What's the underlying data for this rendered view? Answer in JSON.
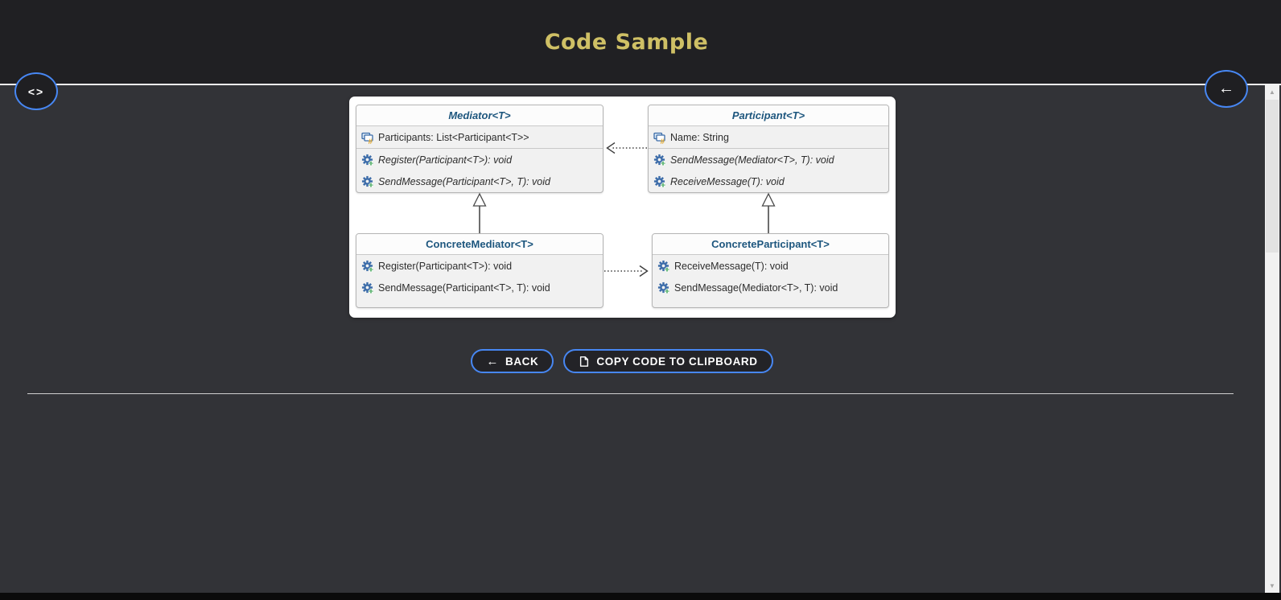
{
  "page": {
    "title": "Code Sample"
  },
  "colors": {
    "accent_blue": "#4787f3",
    "gold_title": "#cfc065",
    "header_bg": "#202023",
    "content_bg": "#323337",
    "class_title_blue": "#1d567e",
    "card_bg": "#ffffff"
  },
  "icons": {
    "toggle_code": "<>",
    "back_arrow": "←",
    "scroll_up": "▲",
    "scroll_down": "▼"
  },
  "actions": {
    "back_label": "BACK",
    "copy_label": "COPY CODE TO CLIPBOARD"
  },
  "diagram": {
    "pattern": "Mediator",
    "classes": [
      {
        "name": "Mediator<T>",
        "abstract": true,
        "fields": [
          {
            "icon": "field-protected-icon",
            "text": "Participants: List<Participant<T>>"
          }
        ],
        "methods": [
          {
            "icon": "method-public-icon",
            "text": "Register(Participant<T>): void"
          },
          {
            "icon": "method-public-icon",
            "text": "SendMessage(Participant<T>, T): void"
          }
        ]
      },
      {
        "name": "Participant<T>",
        "abstract": true,
        "fields": [
          {
            "icon": "field-protected-icon",
            "text": "Name: String"
          }
        ],
        "methods": [
          {
            "icon": "method-public-icon",
            "text": "SendMessage(Mediator<T>, T): void"
          },
          {
            "icon": "method-public-icon",
            "text": "ReceiveMessage(T): void"
          }
        ]
      },
      {
        "name": "ConcreteMediator<T>",
        "abstract": false,
        "fields": [],
        "methods": [
          {
            "icon": "method-public-icon",
            "text": "Register(Participant<T>): void"
          },
          {
            "icon": "method-public-icon",
            "text": "SendMessage(Participant<T>, T): void"
          }
        ]
      },
      {
        "name": "ConcreteParticipant<T>",
        "abstract": false,
        "fields": [],
        "methods": [
          {
            "icon": "method-public-icon",
            "text": "ReceiveMessage(T): void"
          },
          {
            "icon": "method-public-icon",
            "text": "SendMessage(Mediator<T>, T): void"
          }
        ]
      }
    ],
    "relations": [
      {
        "type": "inheritance",
        "from": "ConcreteMediator<T>",
        "to": "Mediator<T>"
      },
      {
        "type": "inheritance",
        "from": "ConcreteParticipant<T>",
        "to": "Participant<T>"
      },
      {
        "type": "dependency",
        "from": "Participant<T>",
        "to": "Mediator<T>"
      },
      {
        "type": "dependency",
        "from": "ConcreteMediator<T>",
        "to": "ConcreteParticipant<T>"
      }
    ]
  }
}
